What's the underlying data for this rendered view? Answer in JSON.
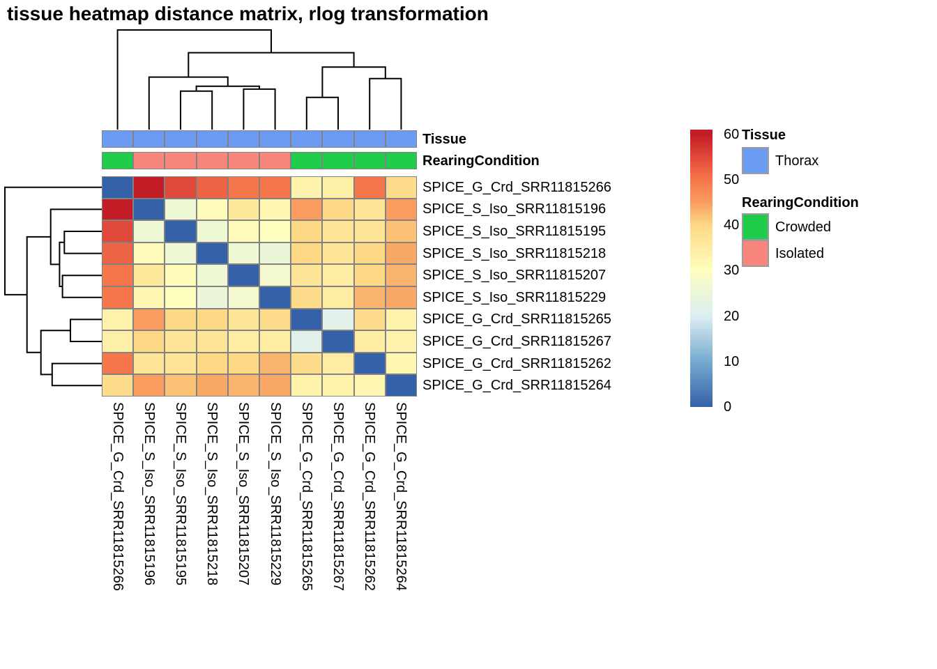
{
  "title": "tissue heatmap distance matrix, rlog transformation",
  "annotations": {
    "tissue_label": "Tissue",
    "rearing_label": "RearingCondition"
  },
  "legend": {
    "scale_ticks": [
      60,
      50,
      40,
      30,
      20,
      10,
      0
    ],
    "tissue_title": "Tissue",
    "tissue_items": [
      {
        "label": "Thorax",
        "color": "#6C9BF2"
      }
    ],
    "rearing_title": "RearingCondition",
    "rearing_items": [
      {
        "label": "Crowded",
        "color": "#21CC4B"
      },
      {
        "label": "Isolated",
        "color": "#F9867D"
      }
    ]
  },
  "chart_data": {
    "type": "heatmap",
    "title": "tissue heatmap distance matrix, rlog transformation",
    "rows": [
      "SPICE_G_Crd_SRR11815266",
      "SPICE_S_Iso_SRR11815196",
      "SPICE_S_Iso_SRR11815195",
      "SPICE_S_Iso_SRR11815218",
      "SPICE_S_Iso_SRR11815207",
      "SPICE_S_Iso_SRR11815229",
      "SPICE_G_Crd_SRR11815265",
      "SPICE_G_Crd_SRR11815267",
      "SPICE_G_Crd_SRR11815262",
      "SPICE_G_Crd_SRR11815264"
    ],
    "columns": [
      "SPICE_G_Crd_SRR11815266",
      "SPICE_S_Iso_SRR11815196",
      "SPICE_S_Iso_SRR11815195",
      "SPICE_S_Iso_SRR11815218",
      "SPICE_S_Iso_SRR11815207",
      "SPICE_S_Iso_SRR11815229",
      "SPICE_G_Crd_SRR11815265",
      "SPICE_G_Crd_SRR11815267",
      "SPICE_G_Crd_SRR11815262",
      "SPICE_G_Crd_SRR11815264"
    ],
    "values": [
      [
        0,
        60,
        55,
        52,
        50,
        50,
        33,
        34,
        50,
        39
      ],
      [
        60,
        0,
        26,
        31,
        36,
        32,
        45,
        40,
        37,
        45
      ],
      [
        55,
        26,
        0,
        26,
        31,
        30,
        40,
        37,
        37,
        42
      ],
      [
        52,
        31,
        26,
        0,
        26,
        25,
        40,
        37,
        40,
        44
      ],
      [
        50,
        36,
        31,
        26,
        0,
        27,
        37,
        35,
        40,
        43
      ],
      [
        50,
        32,
        30,
        25,
        27,
        0,
        39,
        35,
        43,
        44
      ],
      [
        33,
        45,
        40,
        40,
        37,
        39,
        0,
        22,
        39,
        33
      ],
      [
        34,
        40,
        37,
        37,
        35,
        35,
        22,
        0,
        35,
        33
      ],
      [
        50,
        37,
        37,
        40,
        40,
        43,
        39,
        35,
        0,
        32
      ],
      [
        39,
        45,
        42,
        44,
        43,
        44,
        33,
        33,
        32,
        0
      ]
    ],
    "vmin": 0,
    "vmax": 60,
    "legend_ticks": [
      0,
      10,
      20,
      30,
      40,
      50,
      60
    ],
    "colormap_stops": [
      [
        0,
        "#3461A8"
      ],
      [
        10,
        "#76ABD0"
      ],
      [
        20,
        "#DCEEF3"
      ],
      [
        25,
        "#EBF6D9"
      ],
      [
        30,
        "#FEFEBE"
      ],
      [
        40,
        "#FDD985"
      ],
      [
        45,
        "#F99C5D"
      ],
      [
        50,
        "#F5764B"
      ],
      [
        55,
        "#E0483A"
      ],
      [
        60,
        "#C21C26"
      ]
    ],
    "column_annotations": {
      "Tissue": [
        "Thorax",
        "Thorax",
        "Thorax",
        "Thorax",
        "Thorax",
        "Thorax",
        "Thorax",
        "Thorax",
        "Thorax",
        "Thorax"
      ],
      "RearingCondition": [
        "Crowded",
        "Isolated",
        "Isolated",
        "Isolated",
        "Isolated",
        "Isolated",
        "Crowded",
        "Crowded",
        "Crowded",
        "Crowded"
      ]
    },
    "annotation_colors": {
      "Thorax": "#6C9BF2",
      "Crowded": "#21CC4B",
      "Isolated": "#F9867D"
    },
    "dendrogram": {
      "note": "same clustering for rows and columns; heights normalized to root = 1",
      "merges": [
        [
          2,
          3,
          0.386
        ],
        [
          6,
          7,
          0.324
        ],
        [
          4,
          5,
          0.406
        ],
        [
          "m0",
          "m2",
          0.436
        ],
        [
          8,
          9,
          0.512
        ],
        [
          1,
          "m3",
          0.527
        ],
        [
          "m1",
          "m4",
          0.628
        ],
        [
          "m5",
          "m6",
          0.772
        ],
        [
          0,
          "m7",
          1.0
        ]
      ]
    }
  }
}
